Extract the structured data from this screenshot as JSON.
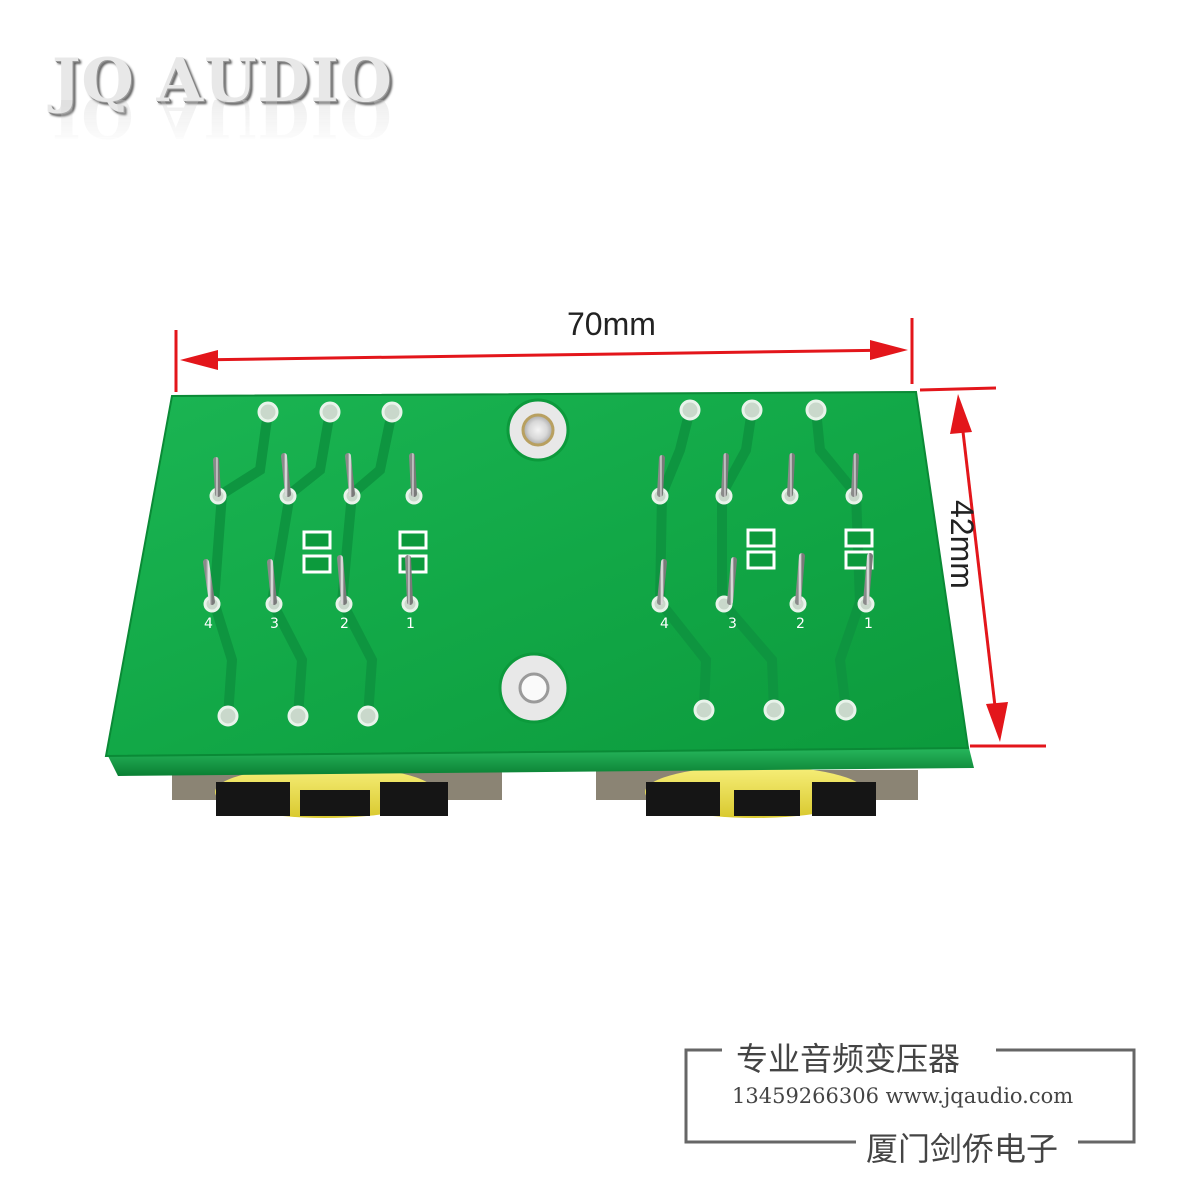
{
  "brand": {
    "logo_text": "JQ AUDIO"
  },
  "dimensions": {
    "width_label": "70mm",
    "height_label": "42mm"
  },
  "board": {
    "pin_numbers_left": [
      "4",
      "3",
      "2",
      "1"
    ],
    "pin_numbers_right": [
      "4",
      "3",
      "2",
      "1"
    ]
  },
  "footer": {
    "title": "专业音频变压器",
    "contact": "13459266306 www.jqaudio.com",
    "company": "厦门剑侨电子"
  },
  "colors": {
    "pcb_green": "#12a847",
    "dimension_red": "#e3161b",
    "transformer_yellow": "#f2e64a",
    "bobbin_black": "#151515"
  }
}
